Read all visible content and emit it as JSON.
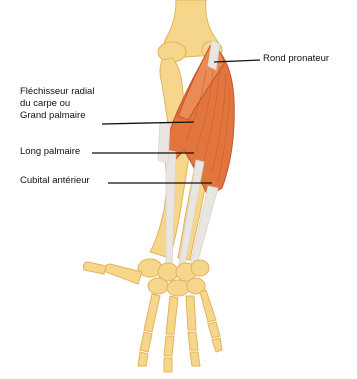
{
  "labels": {
    "rond_pronateur": "Rond pronateur",
    "flechisseur_line1": "Fléchisseur radial",
    "flechisseur_line2": "du carpe ou",
    "flechisseur_line3": "Grand palmaire",
    "long_palmaire": "Long palmaire",
    "cubital_anterieur": "Cubital antérieur"
  },
  "colors": {
    "bone": "#F6D68A",
    "bone_outline": "#E3B45A",
    "muscle": "#E2743E",
    "muscle_dark": "#C4542A",
    "tendon": "#E9E6E1",
    "leader_line": "#111111"
  }
}
